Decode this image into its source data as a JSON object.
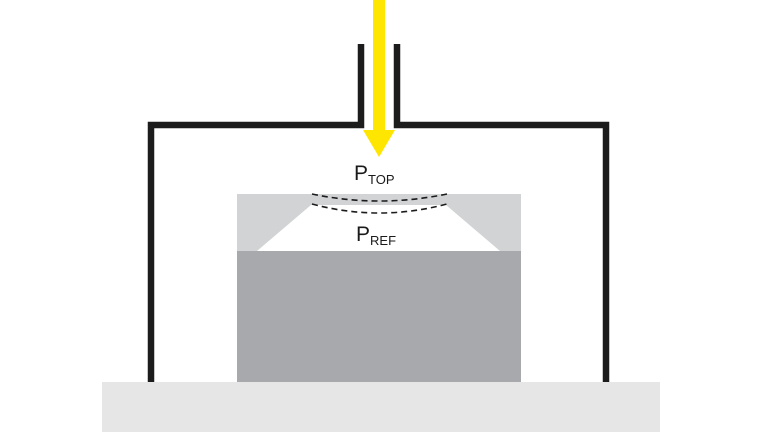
{
  "labels": {
    "top": {
      "main": "P",
      "sub": "TOP"
    },
    "ref": {
      "main": "P",
      "sub": "REF"
    }
  },
  "colors": {
    "arrow": "#FFE600",
    "housing": "#1c1c1c",
    "base_plate": "#e6e6e7",
    "sensor_body": "#a7a9ac",
    "sensor_top": "#d1d3d4",
    "cavity": "#ffffff",
    "membrane": "#1c1c1c"
  }
}
